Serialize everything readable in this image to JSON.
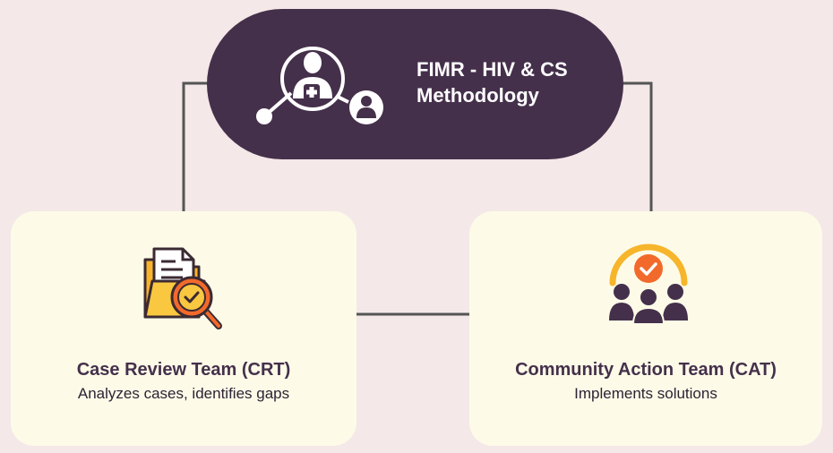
{
  "header": {
    "title": "FIMR - HIV & CS Methodology",
    "icon": "doctor-patient-network-icon"
  },
  "cards": [
    {
      "title": "Case Review Team (CRT)",
      "description": "Analyzes cases, identifies gaps",
      "icon": "folder-magnifier-check-icon"
    },
    {
      "title": "Community Action Team (CAT)",
      "description": "Implements solutions",
      "icon": "team-approval-icon"
    }
  ],
  "colors": {
    "background": "#f4e8e8",
    "header_fill": "#45304b",
    "card_fill": "#fdfbe8",
    "connector": "#4a4a4a",
    "accent_orange": "#f26a2b",
    "accent_yellow": "#f7b52b"
  }
}
